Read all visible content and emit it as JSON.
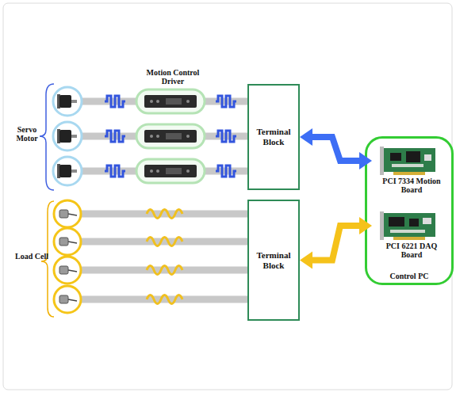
{
  "diagram": {
    "nodes": [
      {
        "text": [
          "Terminal Block"
        ]
      },
      {
        "text": [
          "Terminal Block"
        ]
      },
      {
        "text": [
          "Control PC"
        ]
      },
      {
        "text": [
          "PCI 7334 Motion Board"
        ],
        "in": 2
      },
      {
        "text": [
          "PCI 6221 DAQ Board"
        ],
        "in": 2
      }
    ],
    "edges": [
      {
        "from": 0,
        "to": 3,
        "arrow": "both"
      },
      {
        "from": 1,
        "to": 4,
        "arrow": "both"
      }
    ],
    "labels": [
      "Motion Control Driver",
      "Servo Motor",
      "Load Cell"
    ]
  }
}
